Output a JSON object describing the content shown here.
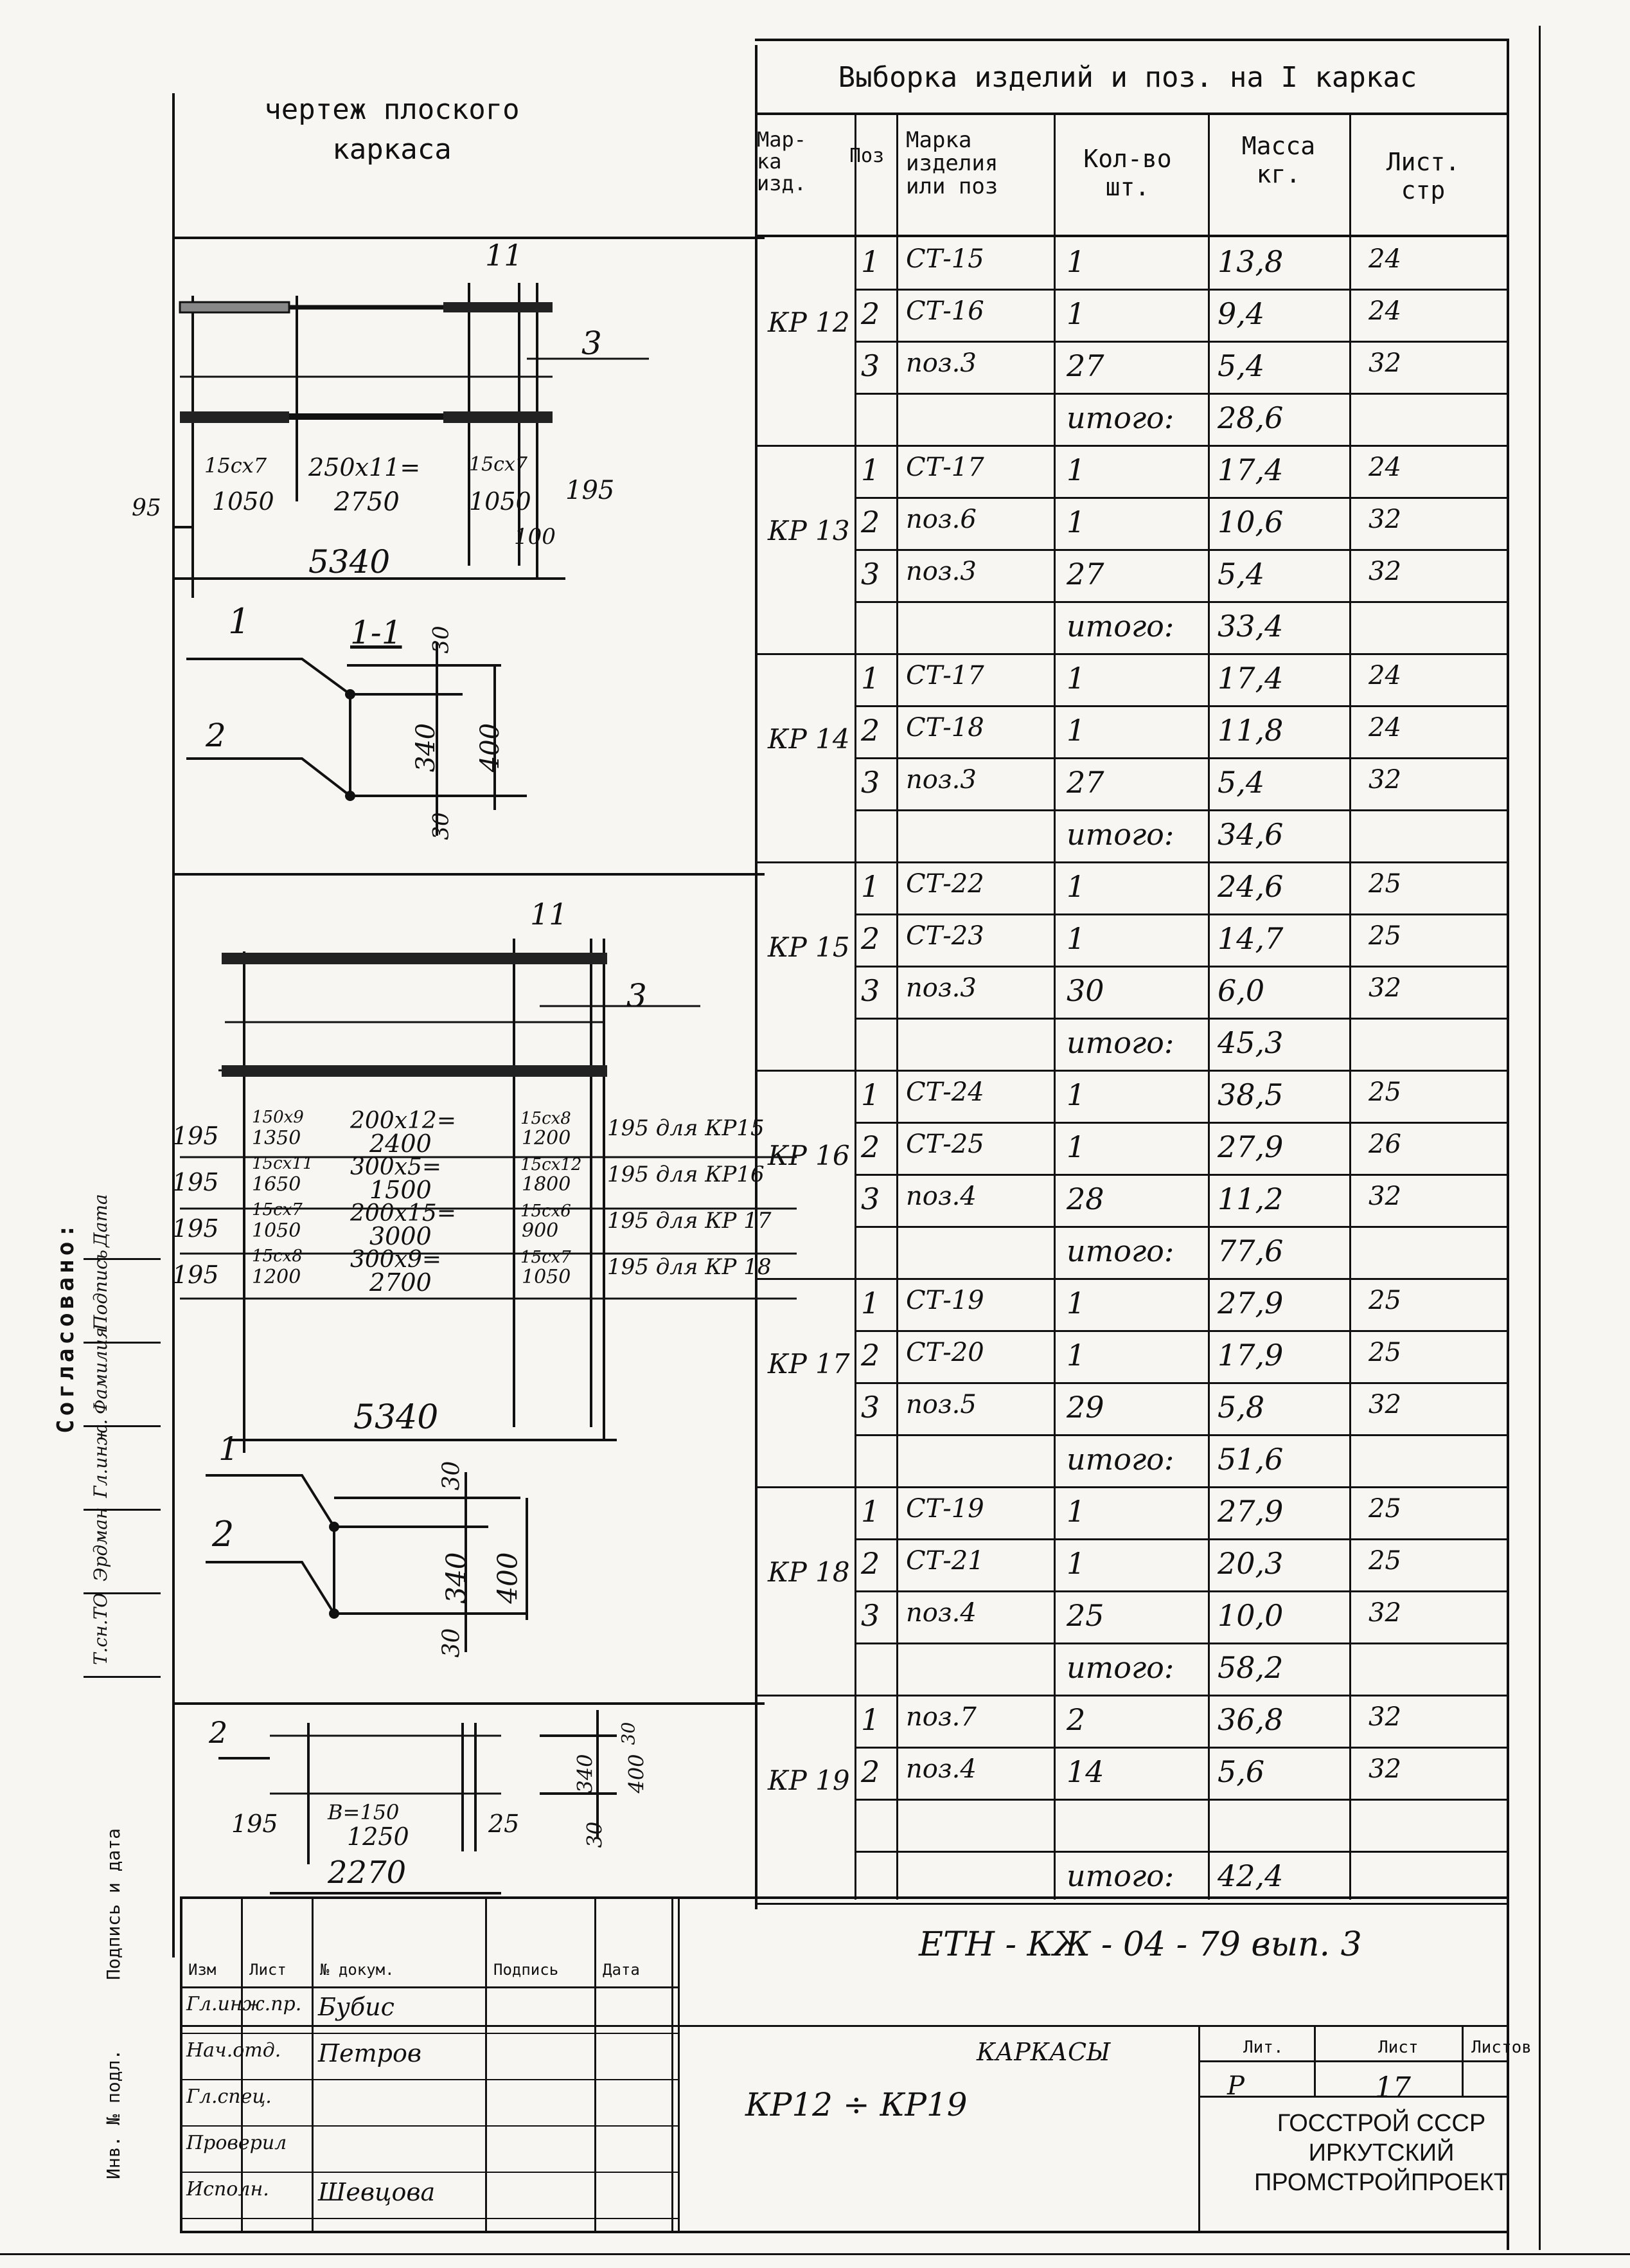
{
  "drawing_title": [
    "чертеж   плоского",
    "каркаса"
  ],
  "table_title": "Выборка изделий и поз. на I каркас",
  "headers": {
    "mark": [
      "Мар-",
      "ка",
      "изд."
    ],
    "pos": "Поз",
    "item": [
      "Марка",
      "изделия",
      "или поз"
    ],
    "qty": [
      "Кол-во",
      "шт."
    ],
    "mass": [
      "Масса",
      "кг."
    ],
    "sheet": [
      "Лист.",
      "стр"
    ]
  },
  "groups": [
    {
      "mark": "КР 12",
      "rows": [
        [
          "1",
          "СТ-15",
          "1",
          "13,8",
          "24"
        ],
        [
          "2",
          "СТ-16",
          "1",
          "9,4",
          "24"
        ],
        [
          "3",
          "поз.3",
          "27",
          "5,4",
          "32"
        ],
        [
          "",
          "",
          "итого:",
          "28,6",
          ""
        ]
      ]
    },
    {
      "mark": "КР 13",
      "rows": [
        [
          "1",
          "СТ-17",
          "1",
          "17,4",
          "24"
        ],
        [
          "2",
          "поз.6",
          "1",
          "10,6",
          "32"
        ],
        [
          "3",
          "поз.3",
          "27",
          "5,4",
          "32"
        ],
        [
          "",
          "",
          "итого:",
          "33,4",
          ""
        ]
      ]
    },
    {
      "mark": "КР 14",
      "rows": [
        [
          "1",
          "СТ-17",
          "1",
          "17,4",
          "24"
        ],
        [
          "2",
          "СТ-18",
          "1",
          "11,8",
          "24"
        ],
        [
          "3",
          "поз.3",
          "27",
          "5,4",
          "32"
        ],
        [
          "",
          "",
          "итого:",
          "34,6",
          ""
        ]
      ]
    },
    {
      "mark": "КР 15",
      "rows": [
        [
          "1",
          "СТ-22",
          "1",
          "24,6",
          "25"
        ],
        [
          "2",
          "СТ-23",
          "1",
          "14,7",
          "25"
        ],
        [
          "3",
          "поз.3",
          "30",
          "6,0",
          "32"
        ],
        [
          "",
          "",
          "итого:",
          "45,3",
          ""
        ]
      ]
    },
    {
      "mark": "КР 16",
      "rows": [
        [
          "1",
          "СТ-24",
          "1",
          "38,5",
          "25"
        ],
        [
          "2",
          "СТ-25",
          "1",
          "27,9",
          "26"
        ],
        [
          "3",
          "поз.4",
          "28",
          "11,2",
          "32"
        ],
        [
          "",
          "",
          "итого:",
          "77,6",
          ""
        ]
      ]
    },
    {
      "mark": "КР 17",
      "rows": [
        [
          "1",
          "СТ-19",
          "1",
          "27,9",
          "25"
        ],
        [
          "2",
          "СТ-20",
          "1",
          "17,9",
          "25"
        ],
        [
          "3",
          "поз.5",
          "29",
          "5,8",
          "32"
        ],
        [
          "",
          "",
          "итого:",
          "51,6",
          ""
        ]
      ]
    },
    {
      "mark": "КР 18",
      "rows": [
        [
          "1",
          "СТ-19",
          "1",
          "27,9",
          "25"
        ],
        [
          "2",
          "СТ-21",
          "1",
          "20,3",
          "25"
        ],
        [
          "3",
          "поз.4",
          "25",
          "10,0",
          "32"
        ],
        [
          "",
          "",
          "итого:",
          "58,2",
          ""
        ]
      ]
    },
    {
      "mark": "КР 19",
      "rows": [
        [
          "1",
          "поз.7",
          "2",
          "36,8",
          "32"
        ],
        [
          "2",
          "поз.4",
          "14",
          "5,6",
          "32"
        ],
        [
          "",
          "",
          "",
          "",
          " "
        ],
        [
          "",
          "",
          "итого:",
          "42,4",
          ""
        ]
      ]
    }
  ],
  "drawing1": {
    "pos_top": "11",
    "pos_right": "3",
    "dims_top": [
      "15сх7",
      "250х11=",
      "15сх7"
    ],
    "dims_bottom": [
      "1050",
      "2750",
      "1050"
    ],
    "left_dim": "95",
    "right_dim": "195",
    "inner_dim": "100",
    "total": "5340",
    "section": "1-1",
    "pos1": "1",
    "pos2": "2",
    "d30a": "30",
    "d340": "340",
    "d400": "400",
    "d30b": "30"
  },
  "drawing2": {
    "pos_top": "11",
    "pos_right": "3",
    "rows": [
      {
        "left": "195",
        "a": "150х9",
        "a2": "1350",
        "b": "200х12=",
        "b2": "2400",
        "c": "15сх8",
        "c2": "1200",
        "note": "195 для КР15"
      },
      {
        "left": "195",
        "a": "15сх11",
        "a2": "1650",
        "b": "300х5=",
        "b2": "1500",
        "c": "15сх12",
        "c2": "1800",
        "note": "195 для КР16"
      },
      {
        "left": "195",
        "a": "15сх7",
        "a2": "1050",
        "b": "200х15=",
        "b2": "3000",
        "c": "15сх6",
        "c2": "900",
        "note": "195 для КР 17"
      },
      {
        "left": "195",
        "a": "15сх8",
        "a2": "1200",
        "b": "300х9=",
        "b2": "2700",
        "c": "15сх7",
        "c2": "1050",
        "note": "195 для КР 18"
      }
    ],
    "total": "5340",
    "pos1": "1",
    "pos2": "2",
    "d30a": "30",
    "d340": "340",
    "d400": "400",
    "d30b": "30"
  },
  "drawing3": {
    "pos2": "2",
    "spacing": "В=150",
    "len": "1250",
    "left": "195",
    "right": "25",
    "total": "2270",
    "d340": "340",
    "d400": "400",
    "d30a": "30",
    "d30b": "30"
  },
  "side_stamp": {
    "title": "Согласовано:",
    "cols": [
      "Т.сн.ТО",
      "Эрдман",
      "Гл.инж.",
      "Фамилия",
      "Подпись",
      "Дата"
    ]
  },
  "left_strip": [
    "Подпись и дата",
    "Инв. № подл."
  ],
  "title_block": {
    "code": "ЕТН - КЖ - 04 - 79  вып. 3",
    "head": [
      "Изм",
      "Лист",
      "№ докум.",
      "Подпись",
      "Дата"
    ],
    "rows": [
      [
        "Гл.инж.пр.",
        "Бубис"
      ],
      [
        "Нач.отд.",
        "Петров"
      ],
      [
        "Гл.спец.",
        ""
      ],
      [
        "Проверил",
        ""
      ],
      [
        "Исполн.",
        "Шевцова"
      ]
    ],
    "name1": "КАРКАСЫ",
    "name2": "КР12 ÷ КР19",
    "lit_label": "Лит.",
    "sheet_label": "Лист",
    "sheets_label": "Листов",
    "lit": "Р",
    "sheet": "17",
    "org": [
      "ГОССТРОЙ СССР",
      "ИРКУТСКИЙ",
      "ПРОМСТРОЙПРОЕКТ"
    ]
  }
}
